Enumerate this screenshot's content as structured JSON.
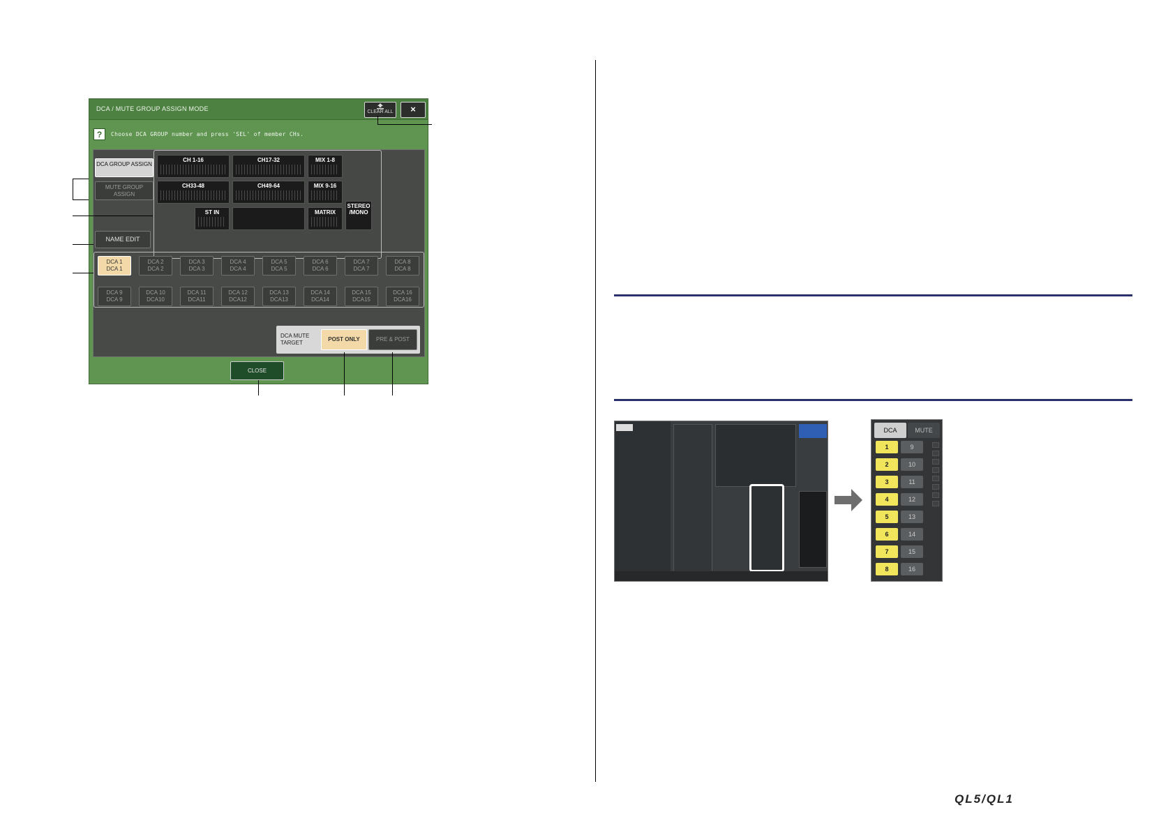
{
  "dialog": {
    "title": "DCA / MUTE GROUP ASSIGN MODE",
    "clear_all": "CLEAR ALL",
    "close_x": "×",
    "help_icon": "?",
    "help_text": "Choose DCA GROUP number and press 'SEL' of member CHs.",
    "dca_group_assign": "DCA GROUP ASSIGN",
    "mute_group_assign": "MUTE GROUP ASSIGN",
    "name_edit": "NAME EDIT",
    "blocks": {
      "ch1_16": "CH 1-16",
      "ch17_32": "CH17-32",
      "mix1_8": "MIX 1-8",
      "ch33_48": "CH33-48",
      "ch49_64": "CH49-64",
      "mix9_16": "MIX 9-16",
      "st_in": "ST IN",
      "matrix": "MATRIX",
      "stereo_mono": "STEREO /MONO"
    },
    "dca_buttons": [
      {
        "top": "DCA 1",
        "bottom": "DCA 1"
      },
      {
        "top": "DCA 2",
        "bottom": "DCA 2"
      },
      {
        "top": "DCA 3",
        "bottom": "DCA 3"
      },
      {
        "top": "DCA 4",
        "bottom": "DCA 4"
      },
      {
        "top": "DCA 5",
        "bottom": "DCA 5"
      },
      {
        "top": "DCA 6",
        "bottom": "DCA 6"
      },
      {
        "top": "DCA 7",
        "bottom": "DCA 7"
      },
      {
        "top": "DCA 8",
        "bottom": "DCA 8"
      },
      {
        "top": "DCA 9",
        "bottom": "DCA 9"
      },
      {
        "top": "DCA 10",
        "bottom": "DCA10"
      },
      {
        "top": "DCA 11",
        "bottom": "DCA11"
      },
      {
        "top": "DCA 12",
        "bottom": "DCA12"
      },
      {
        "top": "DCA 13",
        "bottom": "DCA13"
      },
      {
        "top": "DCA 14",
        "bottom": "DCA14"
      },
      {
        "top": "DCA 15",
        "bottom": "DCA15"
      },
      {
        "top": "DCA 16",
        "bottom": "DCA16"
      }
    ],
    "dca_mute_target": "DCA MUTE TARGET",
    "post_only": "POST ONLY",
    "pre_post": "PRE & POST",
    "close": "CLOSE"
  },
  "screens": {
    "arrow_icon": "right-arrow-icon",
    "tab_dca": "DCA",
    "tab_mute": "MUTE",
    "numbers_left": [
      "1",
      "2",
      "3",
      "4",
      "5",
      "6",
      "7",
      "8"
    ],
    "numbers_right": [
      "9",
      "10",
      "11",
      "12",
      "13",
      "14",
      "15",
      "16"
    ]
  },
  "footer": {
    "logo": "QL5/QL1"
  },
  "colors": {
    "dialog_green": "#5f9550",
    "selected_dca": "#f3d9a7",
    "dca_yellow": "#f1e55b",
    "rule_blue": "#2b2f6b"
  }
}
